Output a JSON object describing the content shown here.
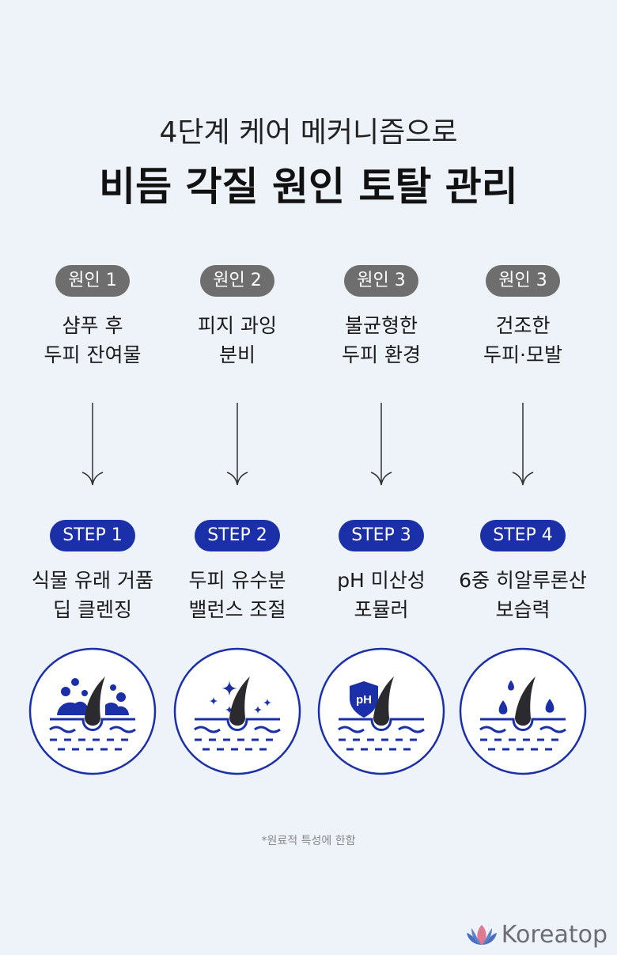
{
  "header": {
    "subtitle": "4단계 케어 메커니즘으로",
    "title": "비듬 각질 원인 토탈 관리"
  },
  "columns": [
    {
      "cause_label": "원인 1",
      "cause_line1": "샴푸 후",
      "cause_line2": "두피 잔여물",
      "step_label": "STEP 1",
      "step_line1": "식물 유래 거품",
      "step_line2": "딥 클렌징",
      "icon": "foam-bubbles-icon"
    },
    {
      "cause_label": "원인 2",
      "cause_line1": "피지 과잉",
      "cause_line2": "분비",
      "step_label": "STEP 2",
      "step_line1": "두피 유수분",
      "step_line2": "밸런스 조절",
      "icon": "sparkle-icon"
    },
    {
      "cause_label": "원인 3",
      "cause_line1": "불균형한",
      "cause_line2": "두피 환경",
      "step_label": "STEP 3",
      "step_line1": "pH 미산성",
      "step_line2": "포뮬러",
      "icon": "ph-shield-icon",
      "shield_text": "pH"
    },
    {
      "cause_label": "원인 3",
      "cause_line1": "건조한",
      "cause_line2": "두피·모발",
      "step_label": "STEP 4",
      "step_line1": "6중 히알루론산",
      "step_line2": "보습력",
      "icon": "water-drops-icon"
    }
  ],
  "footnote": "*원료적 특성에 한함",
  "logo": {
    "text": "Koreatop"
  },
  "colors": {
    "background": "#eef2f9",
    "accent": "#1a2fa8",
    "cause_pill": "#6e6e6e"
  }
}
